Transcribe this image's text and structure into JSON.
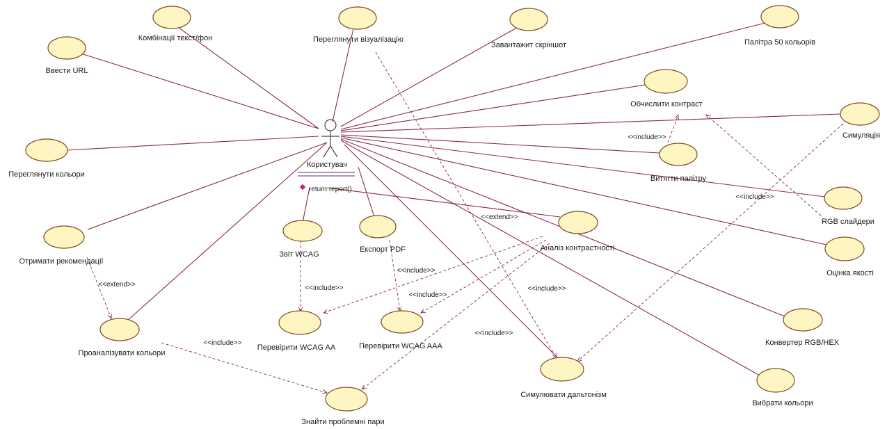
{
  "actor": {
    "name": "Користувач",
    "operation": "return report()"
  },
  "use_cases": {
    "vvesty_url": "Ввести URL",
    "kombinatsii": "Комбінації текст/фон",
    "perehlianuty_vizualizatsiiu": "Переглянути візуалізацію",
    "zavantazhyt_skrinshot": "Завантажит скріншот",
    "palitra": "Палітра 50 кольорів",
    "obchyslyty_kontrast": "Обчислити контраст",
    "symuliatsiia": "Симуляція",
    "perehlianuty_kolory": "Переглянути кольори",
    "vytiahty_palitru": "Витягти палітру",
    "rgb_slaidery": "RGB слайдери",
    "otrymaty_rekomendatsii": "Отримати рекомендації",
    "zvit_wcag": "Звіт WCAG",
    "eksport_pdf": "Експорт PDF",
    "analiz_kontrastnosti": "Аналіз контрастності",
    "otsinka_yakosti": "Оцінка якості",
    "proanalizuvaty_kolory": "Проаналізувати кольори",
    "pereviryty_wcag_aa": "Перевірити WCAG AA",
    "pereviryty_wcag_aaa": "Перевірити WCAG AAA",
    "konverter": "Конвертер RGB/HEX",
    "symuliuvaty_daltonizm": "Симулювати дальтонізм",
    "vybraty_kolory": "Вибрати кольори",
    "znaity_problemni_pary": "Знайти проблемні пари"
  },
  "stereotypes": {
    "include": "<<include>>",
    "extend": "<<extend>>"
  },
  "colors": {
    "use_case_fill": "#fdf6c3",
    "use_case_stroke": "#7a4a1e",
    "line": "#8a2a4a"
  }
}
